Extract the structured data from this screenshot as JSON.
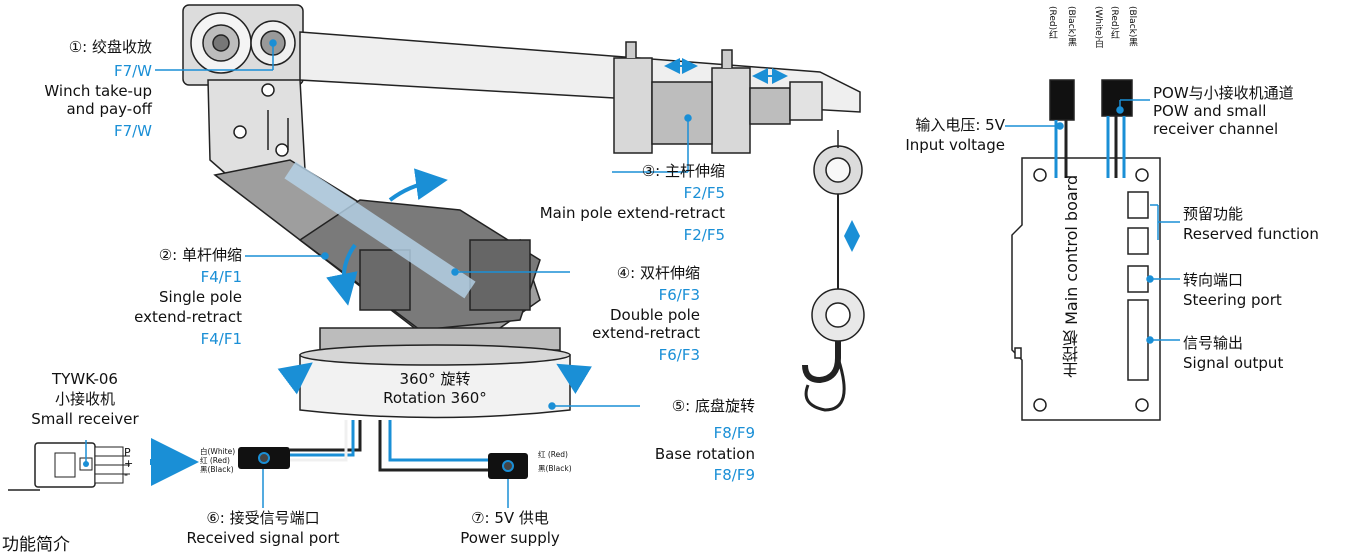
{
  "labels": {
    "winch": {
      "cn": "①: 绞盘收放",
      "code1": "F7/W",
      "en1": "Winch take-up",
      "en2": "and pay-off",
      "code2": "F7/W"
    },
    "single": {
      "cn": "②: 单杆伸缩",
      "code1": "F4/F1",
      "en1": "Single pole",
      "en2": "extend-retract",
      "code2": "F4/F1"
    },
    "main_pole": {
      "cn": "③: 主杆伸缩",
      "code1": "F2/F5",
      "en1": "Main pole extend-retract",
      "code2": "F2/F5"
    },
    "double": {
      "cn": "④: 双杆伸缩",
      "code1": "F6/F3",
      "en1": "Double pole",
      "en2": "extend-retract",
      "code2": "F6/F3"
    },
    "base": {
      "cn": "⑤: 底盘旋转",
      "code1": "F8/F9",
      "en1": "Base rotation",
      "code2": "F8/F9"
    },
    "signal_port": {
      "cn": "⑥: 接受信号端口",
      "en": "Received signal port"
    },
    "power": {
      "cn": "⑦: 5V 供电",
      "en": "Power supply"
    },
    "rotation": {
      "cn": "360° 旋转",
      "en": "Rotation 360°"
    },
    "receiver": {
      "model": "TYWK-06",
      "cn": "小接收机",
      "en": "Small receiver",
      "pin_p": "P",
      "pin_plus": "+",
      "pin_minus": "-"
    },
    "wires_left": {
      "white": "白(White)",
      "red": "红 (Red)",
      "black": "黑(Black)"
    },
    "wires_right": {
      "red": "红 (Red)",
      "black": "黑(Black)"
    },
    "footer_partial": "功能简介"
  },
  "board": {
    "title": "主控板 Main control board",
    "input_cn": "输入电压: 5V",
    "input_en": "Input voltage",
    "pow_cn": "POW与小接收机通道",
    "pow_en1": "POW and small",
    "pow_en2": "receiver channel",
    "reserved_cn": "预留功能",
    "reserved_en": "Reserved function",
    "steering_cn": "转向端口",
    "steering_en": "Steering port",
    "signal_cn": "信号输出",
    "signal_en": "Signal output",
    "wire_labels": [
      "(Red)红",
      "(Black)黑",
      "(White)白",
      "(Red)红",
      "(Black)黑"
    ]
  },
  "colors": {
    "accent": "#1a8fd6",
    "line": "#222222",
    "metal": "#d9d9d9"
  }
}
